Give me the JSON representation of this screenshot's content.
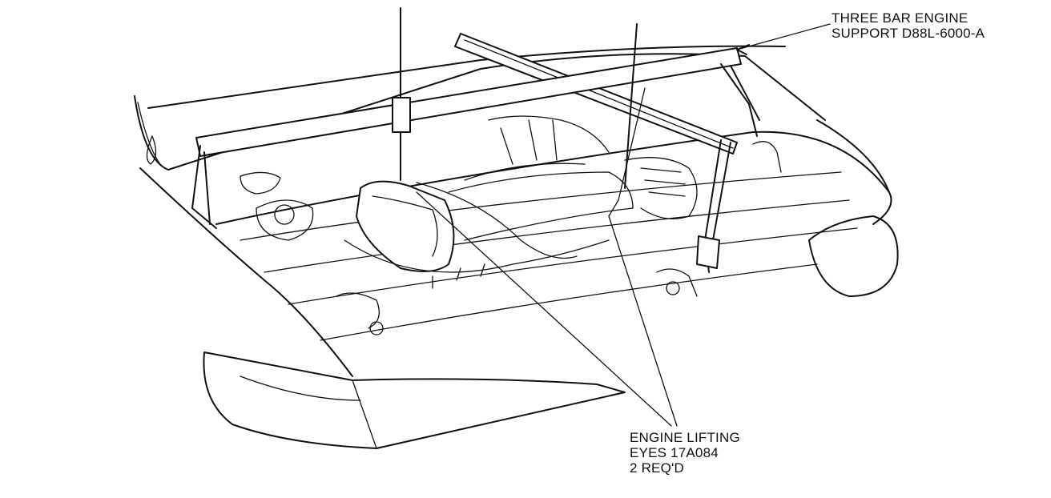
{
  "diagram": {
    "labels": {
      "support": [
        "THREE BAR ENGINE",
        "SUPPORT D88L-6000-A"
      ],
      "eyes": [
        "ENGINE LIFTING",
        "EYES 17A084",
        "2 REQ'D"
      ]
    },
    "colors": {
      "ink": "#111111",
      "paper": "#ffffff"
    }
  }
}
